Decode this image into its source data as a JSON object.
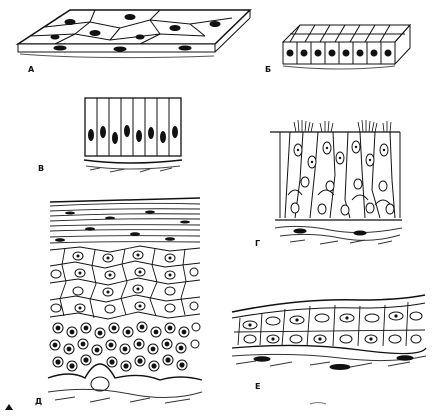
{
  "figure": {
    "panels": [
      {
        "id": "a",
        "label": "А"
      },
      {
        "id": "b",
        "label": "Б"
      },
      {
        "id": "v",
        "label": "В"
      },
      {
        "id": "g",
        "label": "Г"
      },
      {
        "id": "d",
        "label": "Д"
      },
      {
        "id": "e",
        "label": "Е"
      }
    ]
  },
  "style": {
    "ink": "#111111",
    "background": "#ffffff"
  }
}
